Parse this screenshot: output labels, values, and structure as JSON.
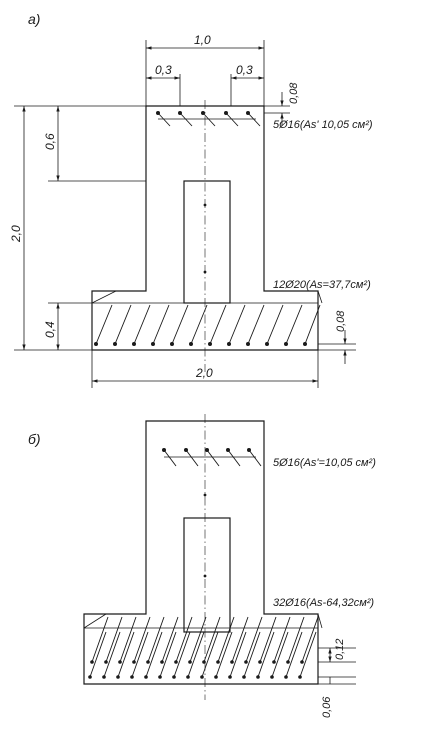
{
  "figure_a": {
    "tag": "а)",
    "dim_total_width": "1,0",
    "dim_left_offset": "0,3",
    "dim_right_offset": "0,3",
    "dim_top_cover": "0,08",
    "dim_height_total": "2,0",
    "dim_height_upper": "0,6",
    "dim_flange_height": "0,4",
    "dim_bottom_cover": "0,08",
    "dim_flange_width": "2,0",
    "top_rebar": "5Ø16(As' 10,05 см²)",
    "bottom_rebar": "12Ø20(As=37,7см²)"
  },
  "figure_b": {
    "tag": "б)",
    "top_rebar": "5Ø16(As'=10,05 см²)",
    "bottom_rebar": "32Ø16(As-64,32см²)",
    "dim_bar_spacing": "0,12",
    "dim_bottom_cover": "0,06"
  }
}
